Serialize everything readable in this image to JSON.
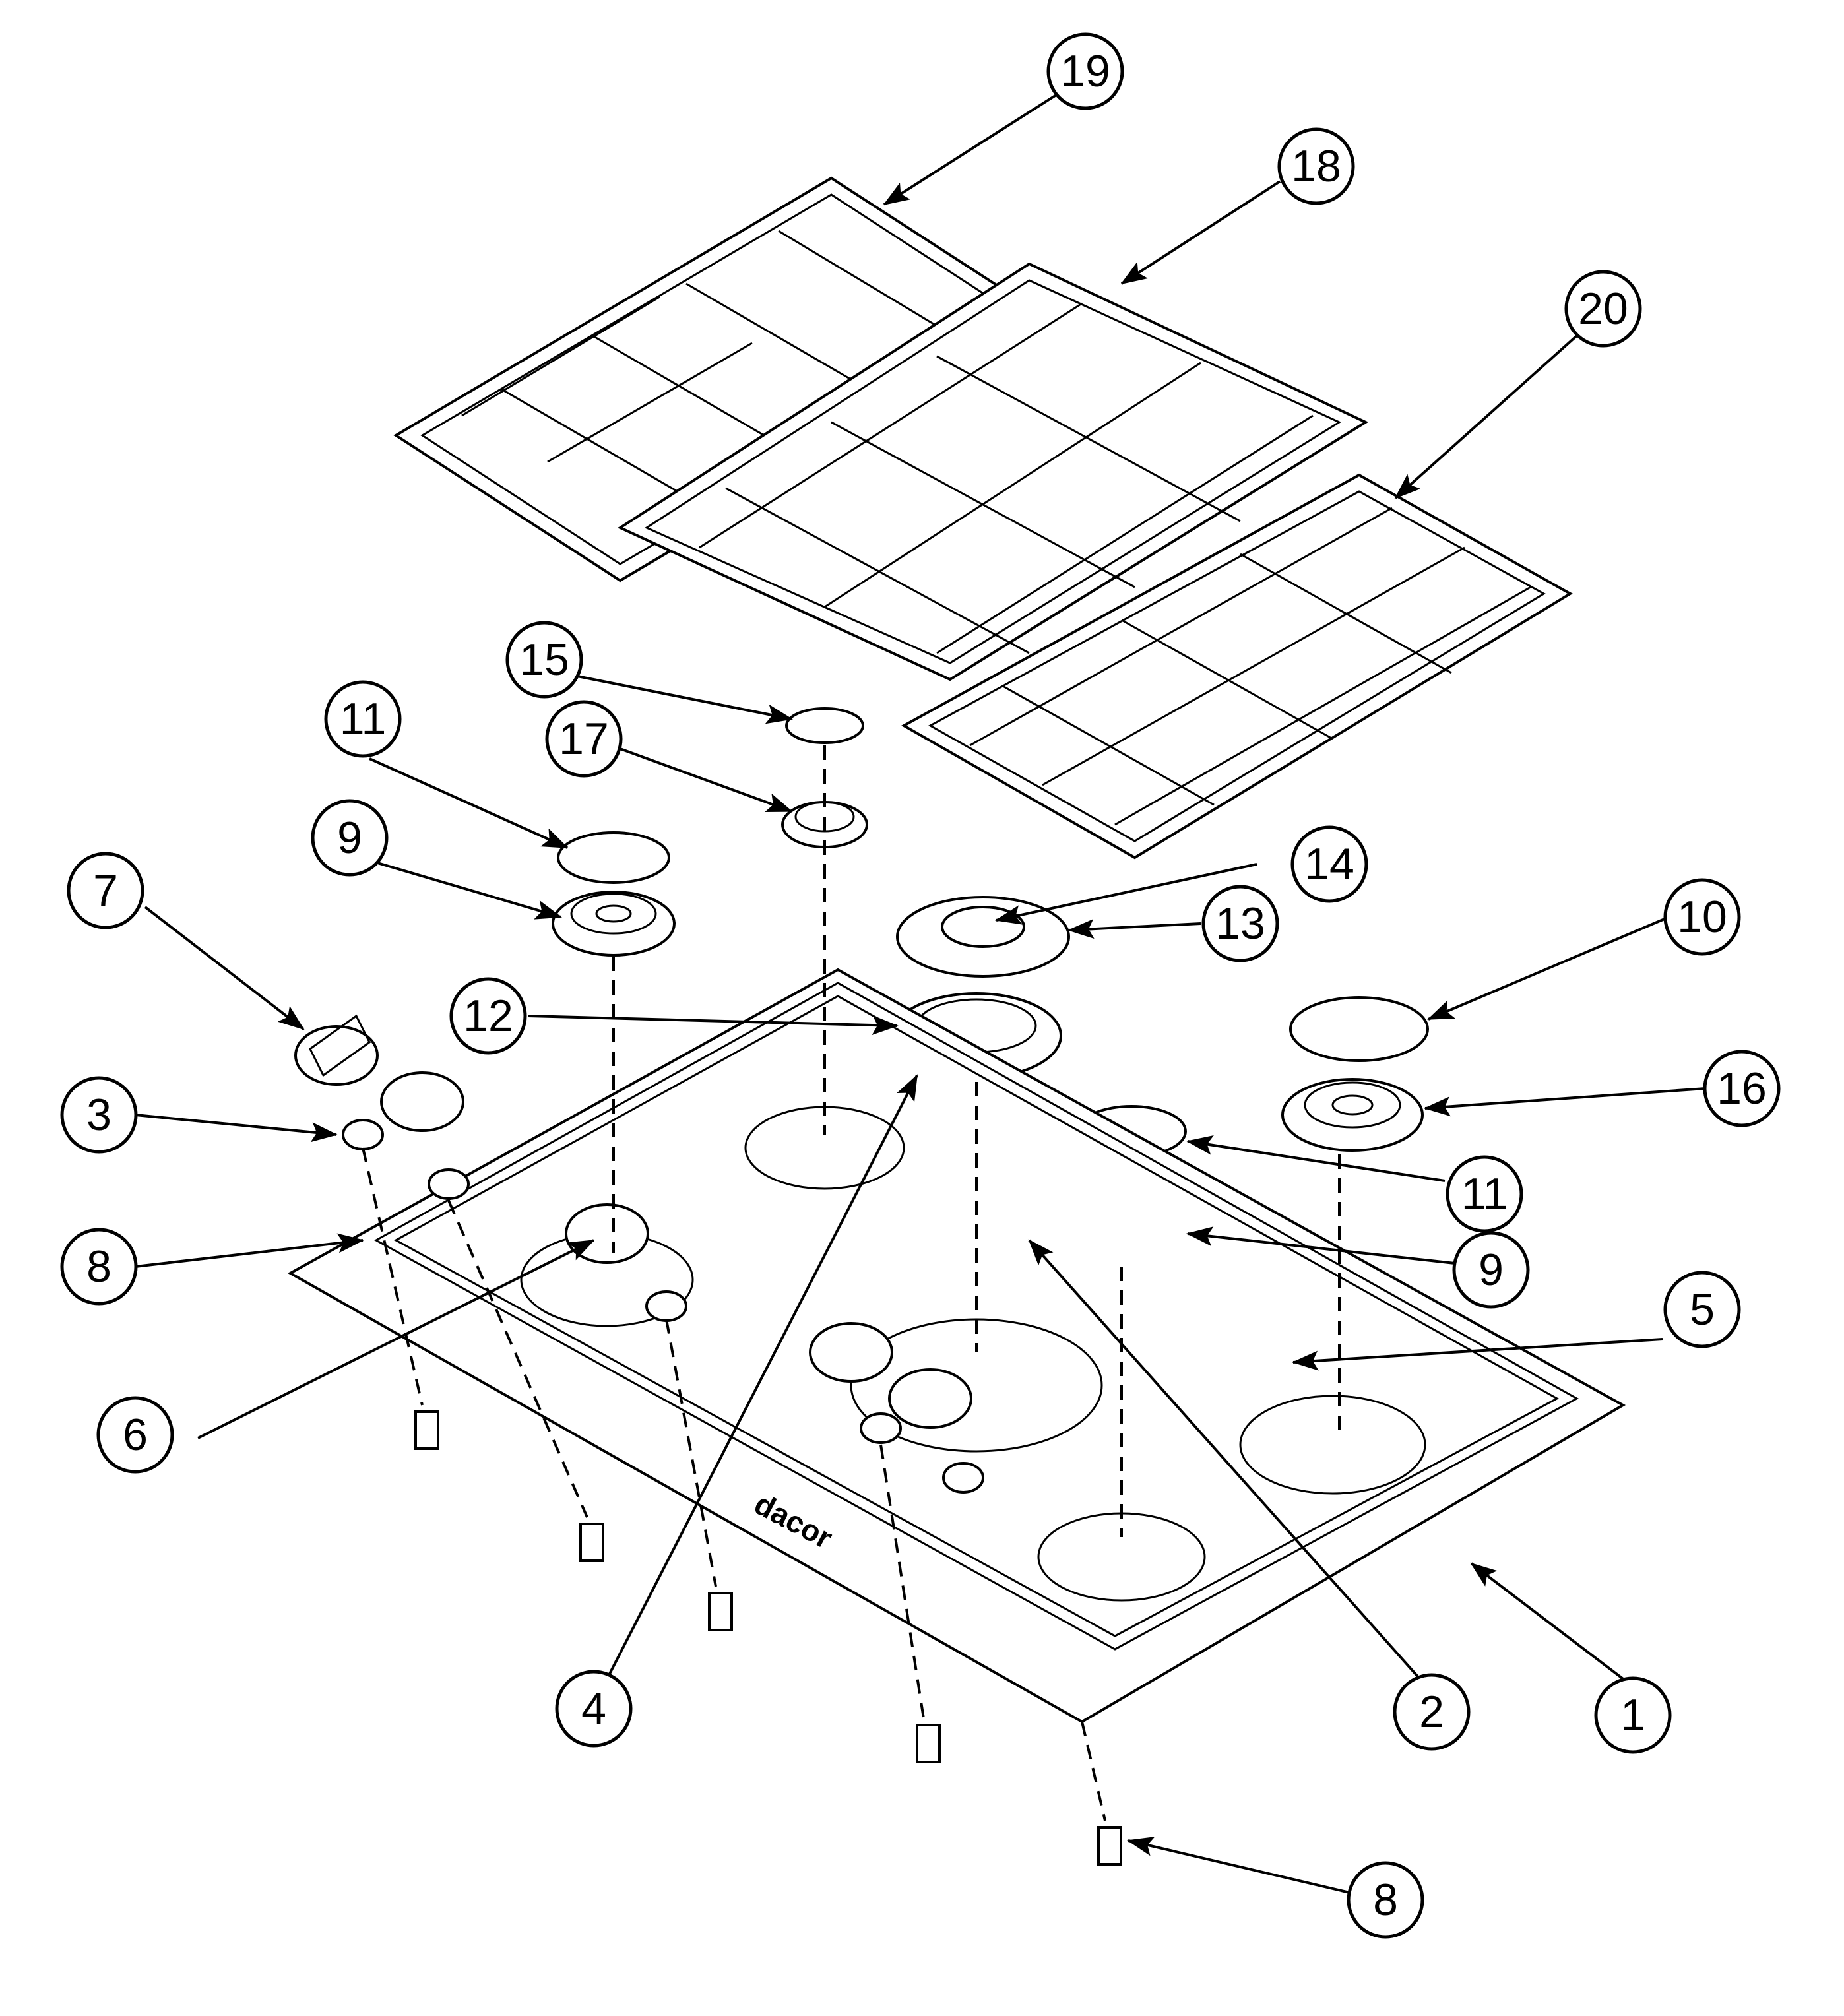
{
  "diagram": {
    "brand_mark": "dacor",
    "callouts": [
      {
        "id": "c19",
        "label": "19"
      },
      {
        "id": "c18",
        "label": "18"
      },
      {
        "id": "c20",
        "label": "20"
      },
      {
        "id": "c15",
        "label": "15"
      },
      {
        "id": "c17",
        "label": "17"
      },
      {
        "id": "c11a",
        "label": "11"
      },
      {
        "id": "c9a",
        "label": "9"
      },
      {
        "id": "c7",
        "label": "7"
      },
      {
        "id": "c14",
        "label": "14"
      },
      {
        "id": "c13",
        "label": "13"
      },
      {
        "id": "c10",
        "label": "10"
      },
      {
        "id": "c12",
        "label": "12"
      },
      {
        "id": "c16",
        "label": "16"
      },
      {
        "id": "c3",
        "label": "3"
      },
      {
        "id": "c11b",
        "label": "11"
      },
      {
        "id": "c8a",
        "label": "8"
      },
      {
        "id": "c9b",
        "label": "9"
      },
      {
        "id": "c5",
        "label": "5"
      },
      {
        "id": "c6",
        "label": "6"
      },
      {
        "id": "c4",
        "label": "4"
      },
      {
        "id": "c2",
        "label": "2"
      },
      {
        "id": "c1",
        "label": "1"
      },
      {
        "id": "c8b",
        "label": "8"
      }
    ]
  }
}
